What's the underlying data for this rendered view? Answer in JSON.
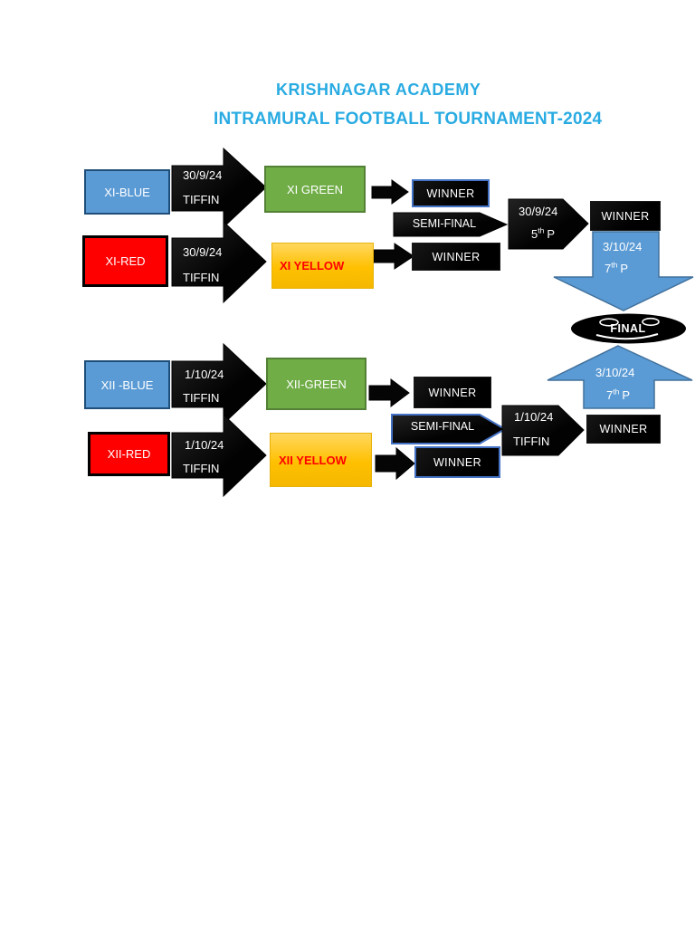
{
  "header": {
    "title": "KRISHNAGAR ACADEMY",
    "subtitle": "INTRAMURAL FOOTBALL TOURNAMENT-2024"
  },
  "xi": {
    "blue": "XI-BLUE",
    "red": "XI-RED",
    "green": "XI GREEN",
    "yellow": "XI YELLOW",
    "match_blue": {
      "date": "30/9/24",
      "time": "TIFFIN"
    },
    "match_red": {
      "date": "30/9/24",
      "time": "TIFFIN"
    },
    "winner_green": "WINNER",
    "winner_yellow": "WINNER",
    "semifinal": {
      "label": "SEMI-FINAL",
      "date": "30/9/24",
      "time_num": "5",
      "time_sup": "th",
      "time_suffix": "P",
      "winner": "WINNER"
    },
    "to_final": {
      "date": "3/10/24",
      "time_num": "7",
      "time_sup": "th",
      "time_suffix": "P"
    }
  },
  "xii": {
    "blue": "XII -BLUE",
    "red": "XII-RED",
    "green": "XII-GREEN",
    "yellow": "XII YELLOW",
    "match_blue": {
      "date": "1/10/24",
      "time": "TIFFIN"
    },
    "match_red": {
      "date": "1/10/24",
      "time": "TIFFIN"
    },
    "winner_green": "WINNER",
    "winner_yellow": "WINNER",
    "semifinal": {
      "label": "SEMI-FINAL",
      "date": "1/10/24",
      "time": "TIFFIN",
      "winner": "WINNER"
    },
    "to_final": {
      "date": "3/10/24",
      "time_num": "7",
      "time_sup": "th",
      "time_suffix": "P"
    }
  },
  "final": {
    "label": "FINAL"
  },
  "colors": {
    "title": "#29ABE2",
    "team-blue": "#5B9BD5",
    "team-blue-border": "#1F4E79",
    "team-red": "#FF0000",
    "team-green": "#70AD47",
    "team-green-border": "#538135",
    "team-yellow": "#FFC000",
    "yellow-text": "#FF0000",
    "arrow-blue": "#5B9BD5",
    "arrow-blue-border": "#41719C",
    "highlight-border": "#4472C4",
    "shape-black": "#050505"
  }
}
